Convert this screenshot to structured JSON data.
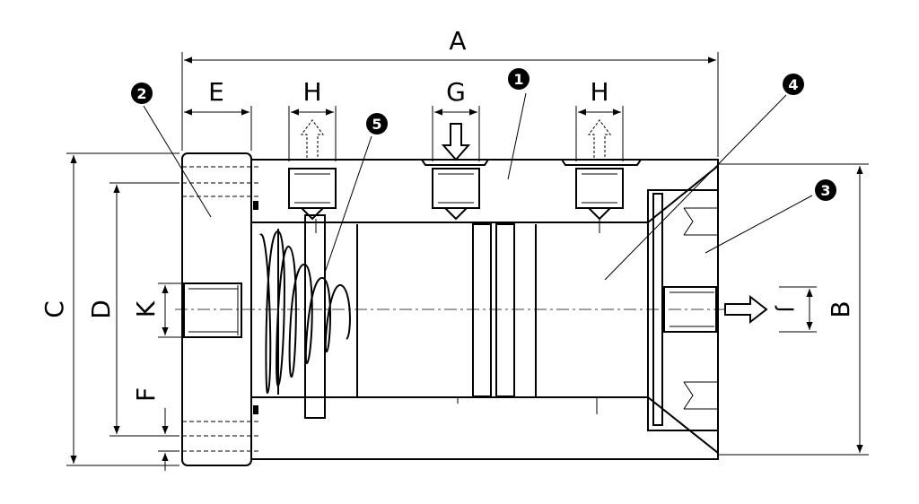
{
  "dimensions": {
    "A": "A",
    "B": "B",
    "C": "C",
    "D": "D",
    "E": "E",
    "F": "F",
    "G": "G",
    "H_left": "H",
    "H_right": "H",
    "J": "J",
    "K": "K"
  },
  "callouts": {
    "c1": "1",
    "c2": "2",
    "c3": "3",
    "c4": "4",
    "c5": "5"
  },
  "colors": {
    "line": "#000000",
    "background": "#ffffff",
    "badge": "#000000"
  }
}
